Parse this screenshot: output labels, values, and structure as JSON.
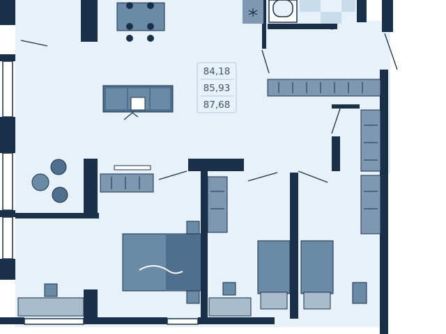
{
  "colors": {
    "background": "#ffffff",
    "floor": "#e6f1fa",
    "wall": "#1a3048",
    "furniture": "#6b8aa5",
    "furniture_dark": "#4f6f8c",
    "furniture_light": "#a9bccd",
    "area_text": "#3d556c",
    "area_border": "#b9c8d6"
  },
  "areas": {
    "living": "84,18",
    "total": "85,93",
    "with_balcony": "87,68"
  },
  "icons": [
    "snowflake-icon",
    "dining-table-icon",
    "sofa-icon",
    "bed-icon",
    "wardrobe-icon",
    "desk-icon",
    "bathtub-icon"
  ]
}
